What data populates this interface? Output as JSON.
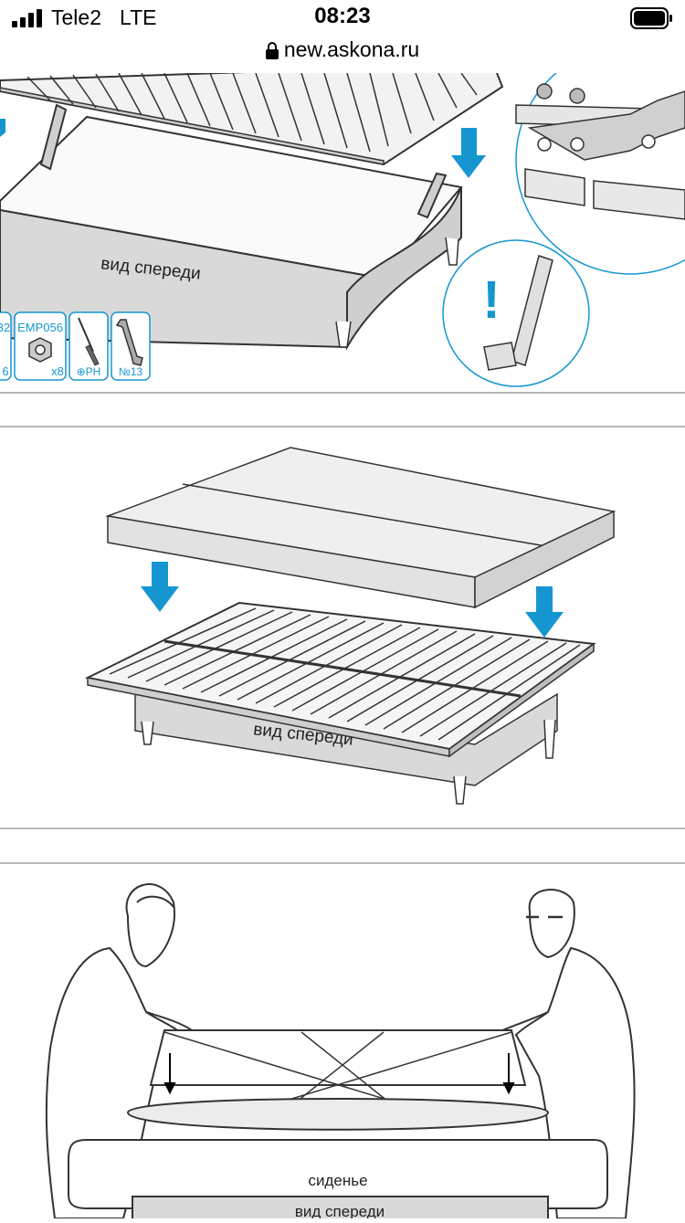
{
  "status_bar": {
    "carrier": "Tele2",
    "network": "LTE",
    "time": "08:23",
    "signal_icon": "cellular-signal-icon",
    "battery_icon": "battery-icon"
  },
  "browser": {
    "url": "new.askona.ru",
    "lock_icon": "lock-icon"
  },
  "step1": {
    "front_label": "вид спереди",
    "parts": [
      {
        "code": "32",
        "qty": "6"
      },
      {
        "code": "EMP056",
        "qty": "x8"
      },
      {
        "code": "",
        "qty": "⊕PH"
      },
      {
        "code": "",
        "qty": "№13"
      }
    ],
    "warning": "!"
  },
  "step2": {
    "front_label": "вид спереди"
  },
  "step3": {
    "seat_label": "сиденье",
    "front_label": "вид спереди"
  },
  "colors": {
    "accent_arrow": "#1596d1",
    "line": "#333333",
    "box_fill": "#d9d9d9",
    "mattress_fill": "#eeeeee"
  }
}
